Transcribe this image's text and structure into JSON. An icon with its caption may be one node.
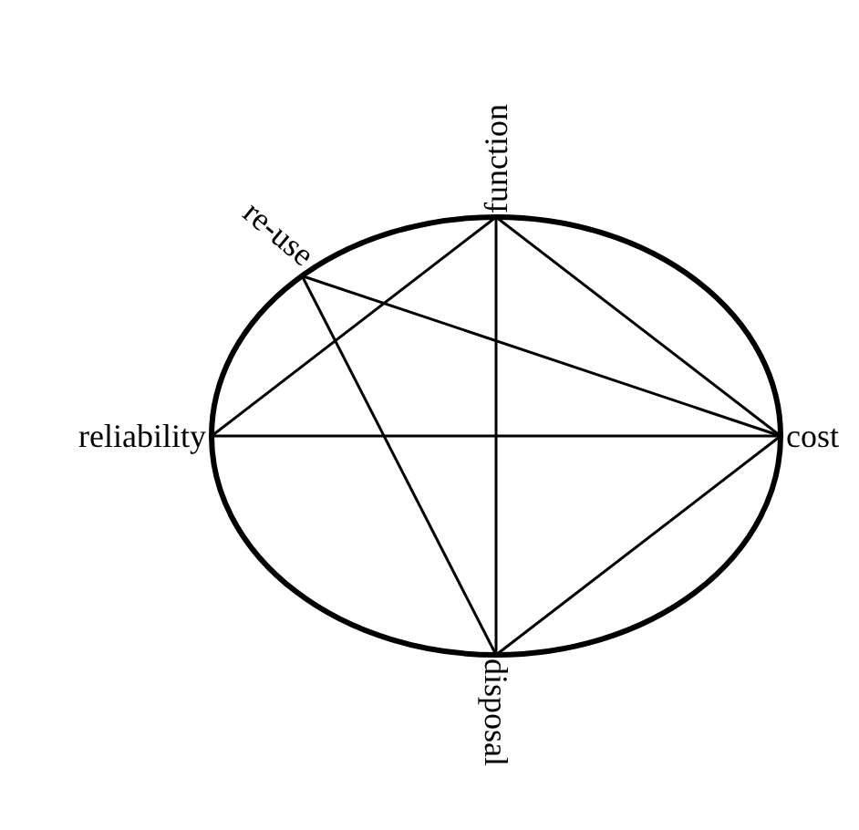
{
  "diagram": {
    "nodes": [
      {
        "text": [
          "function"
        ]
      },
      {
        "text": [
          "re-use"
        ]
      },
      {
        "text": [
          "reliability"
        ]
      },
      {
        "text": [
          "cost"
        ]
      },
      {
        "text": [
          "disposal"
        ]
      }
    ],
    "edges": [
      {
        "from": 0,
        "to": 2,
        "arrow": "none"
      },
      {
        "from": 0,
        "to": 3,
        "arrow": "none"
      },
      {
        "from": 0,
        "to": 4,
        "arrow": "none"
      },
      {
        "from": 1,
        "to": 3,
        "arrow": "none"
      },
      {
        "from": 1,
        "to": 4,
        "arrow": "none"
      },
      {
        "from": 2,
        "to": 3,
        "arrow": "none"
      },
      {
        "from": 3,
        "to": 4,
        "arrow": "none"
      }
    ]
  }
}
